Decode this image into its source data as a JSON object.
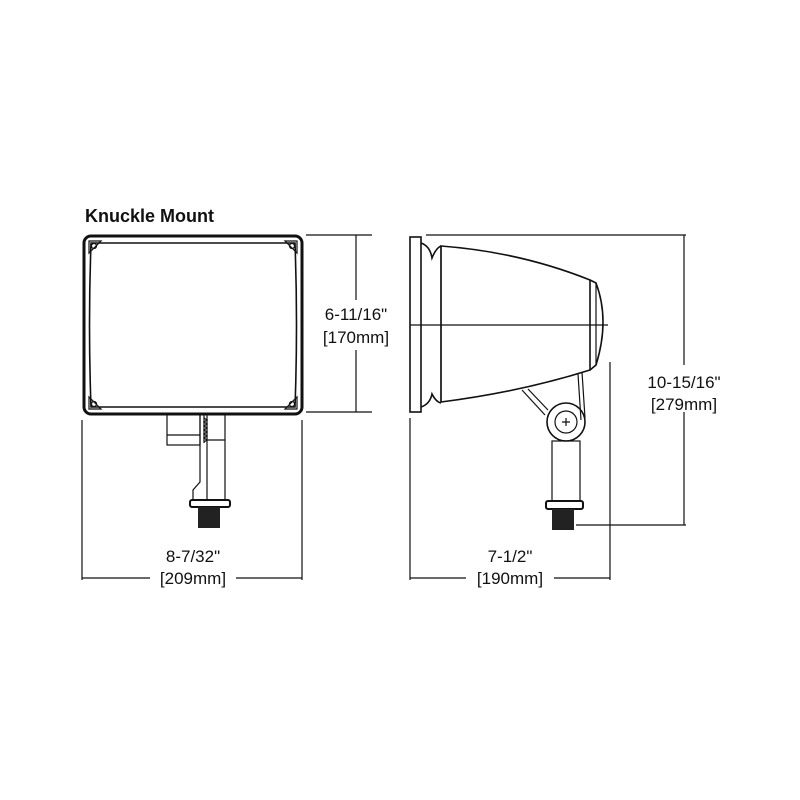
{
  "title": "Knuckle Mount",
  "dimensions": {
    "front_width": {
      "imperial": "8-7/32\"",
      "metric": "[209mm]"
    },
    "front_height": {
      "imperial": "6-11/16\"",
      "metric": "[170mm]"
    },
    "side_depth": {
      "imperial": "7-1/2\"",
      "metric": "[190mm]"
    },
    "side_height": {
      "imperial": "10-15/16\"",
      "metric": "[279mm]"
    }
  }
}
